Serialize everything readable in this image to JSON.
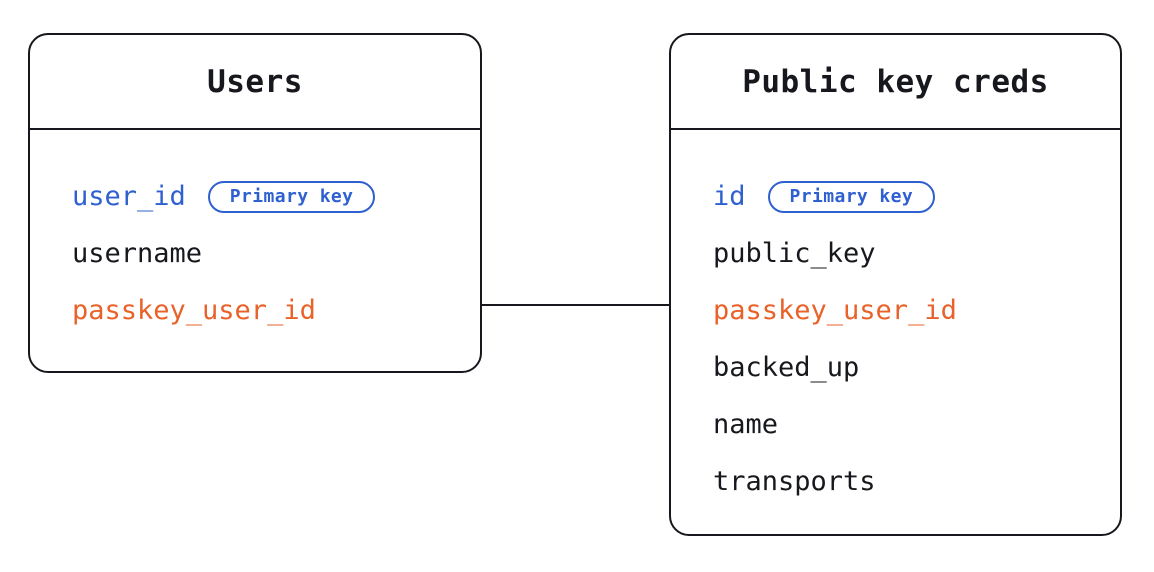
{
  "diagram": {
    "type": "entity-relationship",
    "background_color": "#ffffff",
    "line_color": "#16181d",
    "colors": {
      "primary_key": "#2f60d0",
      "foreign_key": "#e8622a",
      "default_text": "#16181d",
      "border": "#16181d"
    },
    "badge_label": "Primary key"
  },
  "entities": [
    {
      "id": "users",
      "title": "Users",
      "fields": [
        {
          "name": "user_id",
          "role": "pk",
          "badge": "Primary key"
        },
        {
          "name": "username",
          "role": "default",
          "badge": null
        },
        {
          "name": "passkey_user_id",
          "role": "fk",
          "badge": null
        }
      ]
    },
    {
      "id": "public_key_creds",
      "title": "Public key creds",
      "fields": [
        {
          "name": "id",
          "role": "pk",
          "badge": "Primary key"
        },
        {
          "name": "public_key",
          "role": "default",
          "badge": null
        },
        {
          "name": "passkey_user_id",
          "role": "fk",
          "badge": null
        },
        {
          "name": "backed_up",
          "role": "default",
          "badge": null
        },
        {
          "name": "name",
          "role": "default",
          "badge": null
        },
        {
          "name": "transports",
          "role": "default",
          "badge": null
        }
      ]
    }
  ],
  "relationships": [
    {
      "from_entity": "users",
      "from_field": "passkey_user_id",
      "to_entity": "public_key_creds",
      "to_field": "passkey_user_id",
      "style": "straight-line"
    }
  ]
}
